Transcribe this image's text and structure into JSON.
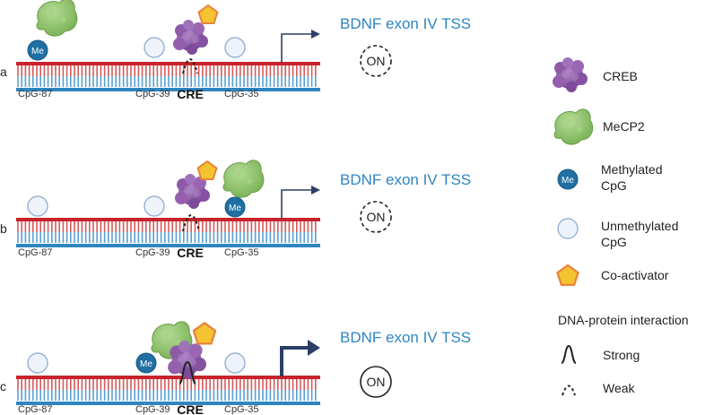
{
  "panels": [
    {
      "letter": "a",
      "tss_label": "BDNF exon IV TSS",
      "status": "ON",
      "cpg_labels": [
        "CpG-87",
        "CpG-39",
        "CpG-35"
      ],
      "cre_label": "CRE"
    },
    {
      "letter": "b",
      "tss_label": "BDNF exon IV TSS",
      "status": "ON",
      "cpg_labels": [
        "CpG-87",
        "CpG-39",
        "CpG-35"
      ],
      "cre_label": "CRE"
    },
    {
      "letter": "c",
      "tss_label": "BDNF exon IV TSS",
      "status": "ON",
      "cpg_labels": [
        "CpG-87",
        "CpG-39",
        "CpG-35"
      ],
      "cre_label": "CRE"
    }
  ],
  "methyl_badge": "Me",
  "legend": {
    "creb": "CREB",
    "mecp2": "MeCP2",
    "methylated": [
      "Methylated",
      "CpG"
    ],
    "unmethylated": [
      "Unmethylated",
      "CpG"
    ],
    "coactivator": "Co-activator",
    "interaction_title": "DNA-protein interaction",
    "strong": "Strong",
    "weak": "Weak"
  },
  "colors": {
    "dna_top": "#c8232c",
    "dna_bottom": "#2e86c1",
    "rung": "#d65a5a",
    "rung_bottom": "#5aa0d0",
    "tss_text": "#2e86c1",
    "arrow": "#2c3e66",
    "creb": "#8e5aa8",
    "mecp2": "#8cc26a",
    "methyl": "#1f6fa3",
    "unmethyl_fill": "#eef3fb",
    "unmethyl_stroke": "#9bb4d6",
    "coactivator_fill": "#f4c430",
    "coactivator_stroke": "#e8823a"
  }
}
